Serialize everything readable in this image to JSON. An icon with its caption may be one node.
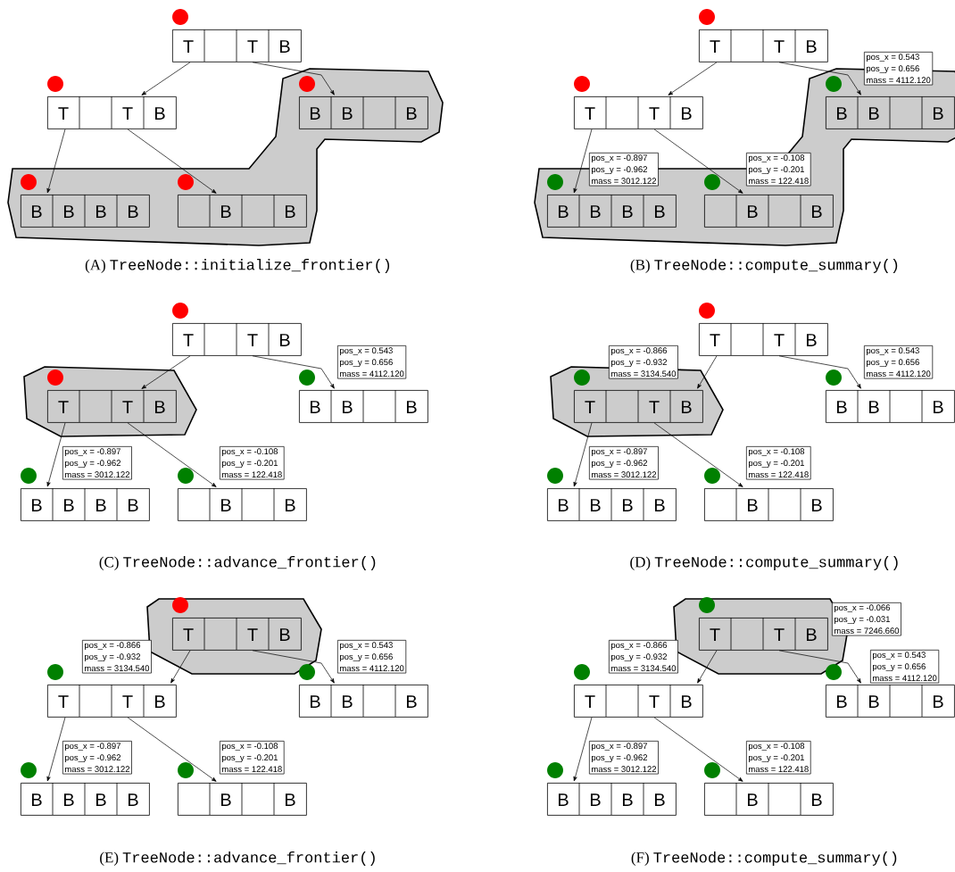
{
  "diagram": {
    "nodes": [
      {
        "text": [
          "T",
          "T",
          "B"
        ]
      },
      {
        "text": [
          "T",
          "T",
          "B"
        ]
      },
      {
        "text": [
          "B",
          "B",
          "B"
        ]
      },
      {
        "text": [
          "B",
          "B",
          "B",
          "B"
        ]
      },
      {
        "text": [
          "B",
          "B"
        ]
      },
      {
        "text": [],
        "shape": "circle"
      },
      {
        "text": [],
        "shape": "circle"
      },
      {
        "text": [],
        "shape": "circle"
      },
      {
        "text": [],
        "shape": "circle"
      },
      {
        "text": [],
        "shape": "circle"
      },
      {
        "text": [
          "T",
          "T",
          "B"
        ]
      },
      {
        "text": [
          "T",
          "T",
          "B"
        ]
      },
      {
        "text": [
          "B",
          "B",
          "B"
        ]
      },
      {
        "text": [
          "B",
          "B",
          "B",
          "B"
        ]
      },
      {
        "text": [
          "B",
          "B"
        ]
      },
      {
        "text": [],
        "shape": "circle"
      },
      {
        "text": [],
        "shape": "circle"
      },
      {
        "text": [],
        "shape": "circle"
      },
      {
        "text": [],
        "shape": "circle"
      },
      {
        "text": [],
        "shape": "circle"
      },
      {
        "text": [
          "pos_x = 0.543",
          "pos_y = 0.656",
          "mass = 4112.120"
        ]
      },
      {
        "text": [
          "pos_x = -0.897",
          "pos_y = -0.962",
          "mass = 3012.122"
        ]
      },
      {
        "text": [
          "pos_x = -0.108",
          "pos_y = -0.201",
          "mass = 122.418"
        ]
      },
      {
        "text": [
          "T",
          "T",
          "B"
        ]
      },
      {
        "text": [
          "T",
          "T",
          "B"
        ]
      },
      {
        "text": [
          "B",
          "B",
          "B"
        ]
      },
      {
        "text": [
          "B",
          "B",
          "B",
          "B"
        ]
      },
      {
        "text": [
          "B",
          "B"
        ]
      },
      {
        "text": [],
        "shape": "circle"
      },
      {
        "text": [],
        "shape": "circle"
      },
      {
        "text": [],
        "shape": "circle"
      },
      {
        "text": [],
        "shape": "circle"
      },
      {
        "text": [],
        "shape": "circle"
      },
      {
        "text": [
          "pos_x = 0.543",
          "pos_y = 0.656",
          "mass = 4112.120"
        ]
      },
      {
        "text": [
          "pos_x = -0.897",
          "pos_y = -0.962",
          "mass = 3012.122"
        ]
      },
      {
        "text": [
          "pos_x = -0.108",
          "pos_y = -0.201",
          "mass = 122.418"
        ]
      },
      {
        "text": [
          "T",
          "T",
          "B"
        ]
      },
      {
        "text": [
          "T",
          "T",
          "B"
        ]
      },
      {
        "text": [
          "B",
          "B",
          "B"
        ]
      },
      {
        "text": [
          "B",
          "B",
          "B",
          "B"
        ]
      },
      {
        "text": [
          "B",
          "B"
        ]
      },
      {
        "text": [],
        "shape": "circle"
      },
      {
        "text": [],
        "shape": "circle"
      },
      {
        "text": [],
        "shape": "circle"
      },
      {
        "text": [],
        "shape": "circle"
      },
      {
        "text": [],
        "shape": "circle"
      },
      {
        "text": [
          "pos_x = -0.866",
          "pos_y = -0.932",
          "mass = 3134.540"
        ]
      },
      {
        "text": [
          "pos_x = 0.543",
          "pos_y = 0.656",
          "mass = 4112.120"
        ]
      },
      {
        "text": [
          "pos_x = -0.897",
          "pos_y = -0.962",
          "mass = 3012.122"
        ]
      },
      {
        "text": [
          "pos_x = -0.108",
          "pos_y = -0.201",
          "mass = 122.418"
        ]
      },
      {
        "text": [
          "T",
          "T",
          "B"
        ]
      },
      {
        "text": [
          "T",
          "T",
          "B"
        ]
      },
      {
        "text": [
          "B",
          "B",
          "B"
        ]
      },
      {
        "text": [
          "B",
          "B",
          "B",
          "B"
        ]
      },
      {
        "text": [
          "B",
          "B"
        ]
      },
      {
        "text": [],
        "shape": "circle"
      },
      {
        "text": [],
        "shape": "circle"
      },
      {
        "text": [],
        "shape": "circle"
      },
      {
        "text": [],
        "shape": "circle"
      },
      {
        "text": [],
        "shape": "circle"
      },
      {
        "text": [
          "pos_x = -0.866",
          "pos_y = -0.932",
          "mass = 3134.540"
        ]
      },
      {
        "text": [
          "pos_x = 0.543",
          "pos_y = 0.656",
          "mass = 4112.120"
        ]
      },
      {
        "text": [
          "pos_x = -0.897",
          "pos_y = -0.962",
          "mass = 3012.122"
        ]
      },
      {
        "text": [
          "pos_x = -0.108",
          "pos_y = -0.201",
          "mass = 122.418"
        ]
      },
      {
        "text": [
          "T",
          "T",
          "B"
        ]
      },
      {
        "text": [
          "T",
          "T",
          "B"
        ]
      },
      {
        "text": [
          "B",
          "B",
          "B"
        ]
      },
      {
        "text": [
          "B",
          "B",
          "B",
          "B"
        ]
      },
      {
        "text": [
          "B",
          "B"
        ]
      },
      {
        "text": [],
        "shape": "circle"
      },
      {
        "text": [],
        "shape": "circle"
      },
      {
        "text": [],
        "shape": "circle"
      },
      {
        "text": [],
        "shape": "circle"
      },
      {
        "text": [],
        "shape": "circle"
      },
      {
        "text": [
          "pos_x = -0.066",
          "pos_y = -0.031",
          "mass = 7246.660"
        ]
      },
      {
        "text": [
          "pos_x = -0.866",
          "pos_y = -0.932",
          "mass = 3134.540"
        ]
      },
      {
        "text": [
          "pos_x = 0.543",
          "pos_y = 0.656",
          "mass = 4112.120"
        ]
      },
      {
        "text": [
          "pos_x = -0.897",
          "pos_y = -0.962",
          "mass = 3012.122"
        ]
      },
      {
        "text": [
          "pos_x = -0.108",
          "pos_y = -0.201",
          "mass = 122.418"
        ]
      }
    ],
    "edges": [
      {
        "from": 0,
        "to": 1,
        "arrow": "to"
      },
      {
        "from": 0,
        "to": 2,
        "arrow": "to"
      },
      {
        "from": 1,
        "to": 3,
        "arrow": "to"
      },
      {
        "from": 1,
        "to": 4,
        "arrow": "to"
      },
      {
        "from": 10,
        "to": 11,
        "arrow": "to"
      },
      {
        "from": 10,
        "to": 12,
        "arrow": "to"
      },
      {
        "from": 11,
        "to": 13,
        "arrow": "to"
      },
      {
        "from": 11,
        "to": 14,
        "arrow": "to"
      },
      {
        "from": 23,
        "to": 24,
        "arrow": "to"
      },
      {
        "from": 23,
        "to": 25,
        "arrow": "to"
      },
      {
        "from": 24,
        "to": 26,
        "arrow": "to"
      },
      {
        "from": 24,
        "to": 27,
        "arrow": "to"
      },
      {
        "from": 36,
        "to": 37,
        "arrow": "to"
      },
      {
        "from": 36,
        "to": 38,
        "arrow": "to"
      },
      {
        "from": 37,
        "to": 39,
        "arrow": "to"
      },
      {
        "from": 37,
        "to": 40,
        "arrow": "to"
      },
      {
        "from": 50,
        "to": 51,
        "arrow": "to"
      },
      {
        "from": 50,
        "to": 52,
        "arrow": "to"
      },
      {
        "from": 51,
        "to": 53,
        "arrow": "to"
      },
      {
        "from": 51,
        "to": 54,
        "arrow": "to"
      },
      {
        "from": 64,
        "to": 65,
        "arrow": "to"
      },
      {
        "from": 64,
        "to": 66,
        "arrow": "to"
      },
      {
        "from": 65,
        "to": 67,
        "arrow": "to"
      },
      {
        "from": 65,
        "to": 68,
        "arrow": "to"
      }
    ],
    "labels": [
      "(A)",
      "TreeNode::initialize_frontier()",
      "(B)",
      "TreeNode::compute_summary()",
      "(C)",
      "TreeNode::advance_frontier()",
      "(D)",
      "TreeNode::compute_summary()",
      "(E)",
      "TreeNode::advance_frontier()",
      "(F)",
      "TreeNode::compute_summary()"
    ]
  }
}
